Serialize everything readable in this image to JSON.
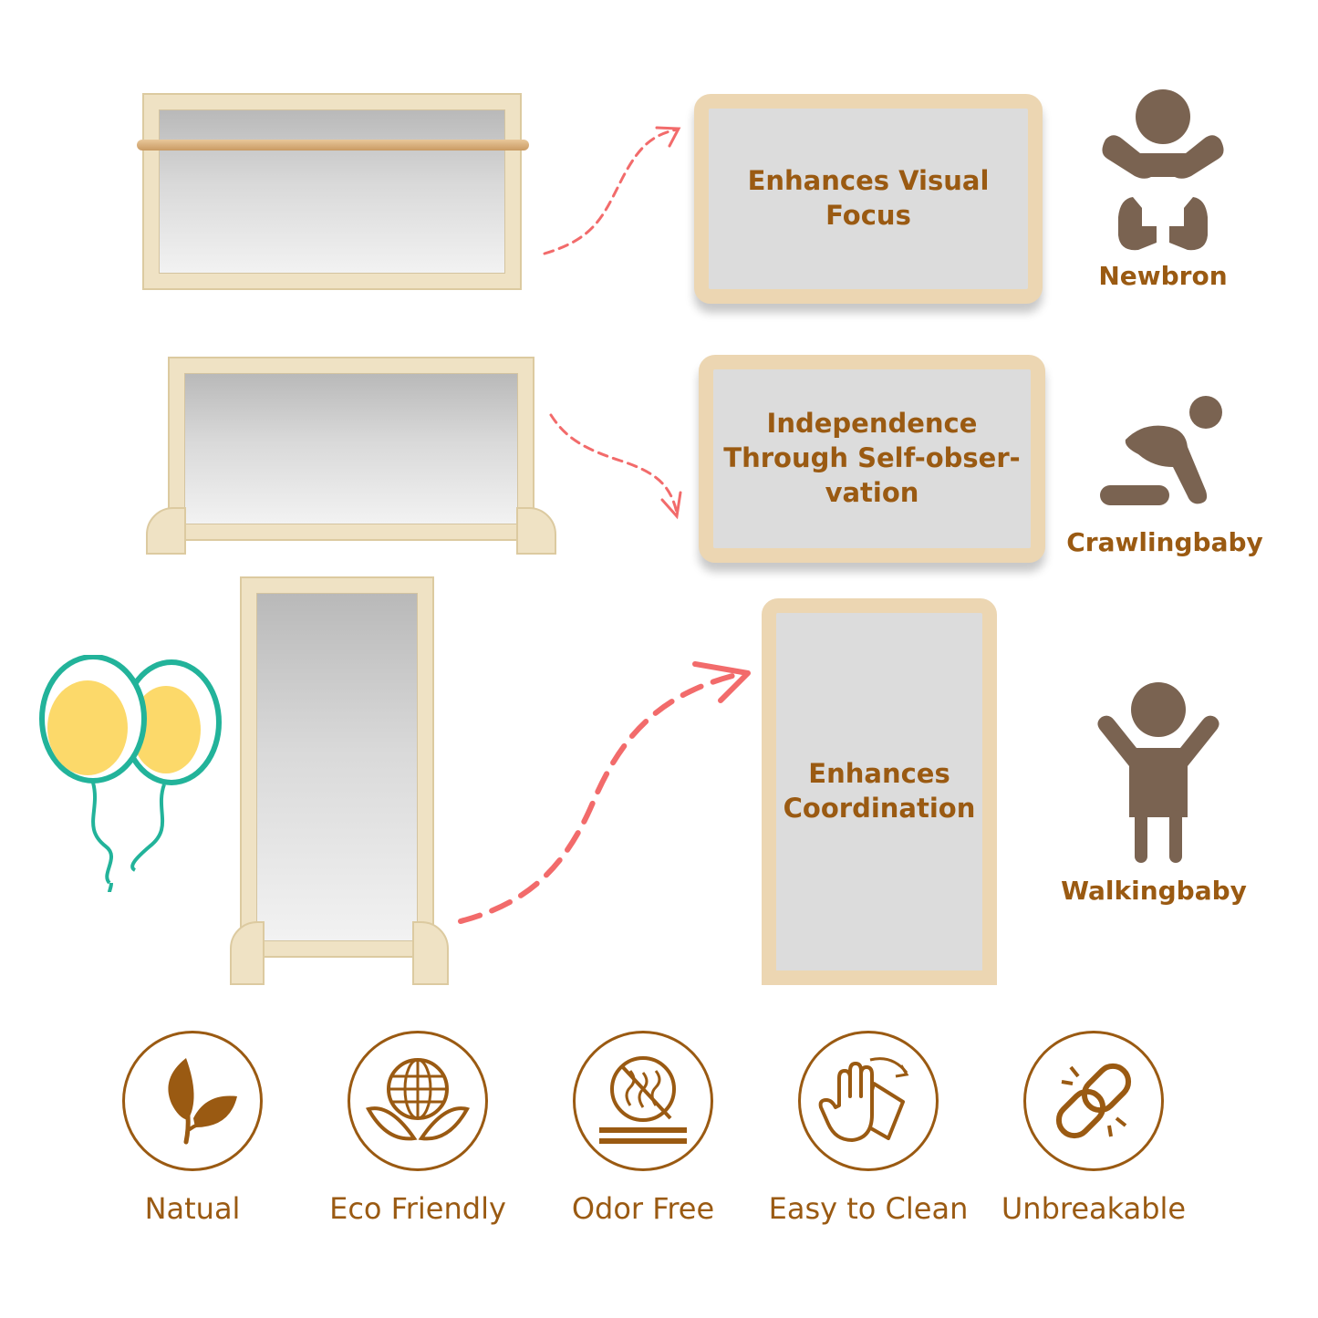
{
  "cards": [
    {
      "text": "Enhances Visual Focus"
    },
    {
      "line1": "Independence",
      "line2": "Through Self-obser-",
      "line3": "vation"
    },
    {
      "line1": "Enhances",
      "line2": "Coordination"
    }
  ],
  "stages": [
    {
      "label": "Newbron",
      "icon": "newborn-baby-icon"
    },
    {
      "label": "Crawlingbaby",
      "icon": "crawling-baby-icon"
    },
    {
      "label": "Walkingbaby",
      "icon": "walking-baby-icon"
    }
  ],
  "features": [
    {
      "label": "Natual",
      "icon": "leaf-icon"
    },
    {
      "label": "Eco Friendly",
      "icon": "globe-leaf-icon"
    },
    {
      "label": "Odor Free",
      "icon": "no-odor-icon"
    },
    {
      "label": "Easy to Clean",
      "icon": "hand-wipe-icon"
    },
    {
      "label": "Unbreakable",
      "icon": "broken-chain-icon"
    }
  ],
  "colors": {
    "text_brown": "#9a5a12",
    "icon_brown": "#7a6351",
    "card_border": "#ecd6b2",
    "card_fill": "#dcdcdc",
    "arrow": "#f26b6b",
    "balloon_yellow": "#fcd96a",
    "balloon_teal": "#22b39a"
  }
}
